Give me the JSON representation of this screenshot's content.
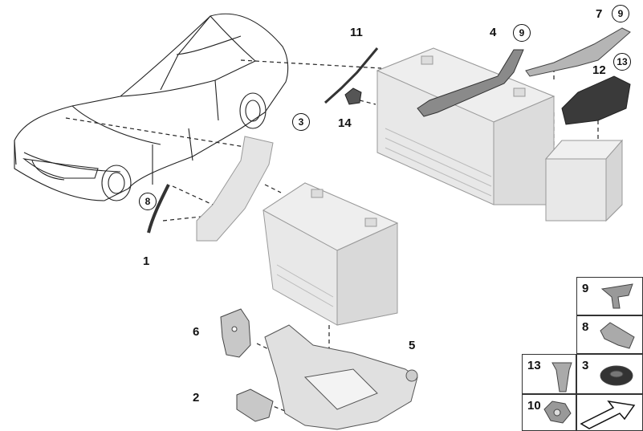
{
  "callouts": {
    "p1": "1",
    "p2": "2",
    "p3": "3",
    "p4": "4",
    "p5": "5",
    "p6": "6",
    "p7": "7",
    "p8": "8",
    "p9a": "9",
    "p9b": "9",
    "p11": "11",
    "p12": "12",
    "p13": "13",
    "p14": "14"
  },
  "legend": {
    "c9": "9",
    "c8": "8",
    "c13": "13",
    "c3": "3",
    "c10": "10"
  },
  "colors": {
    "line": "#222222",
    "part_fill": "#e6e6e6",
    "part_dark": "#3a3a3a"
  }
}
